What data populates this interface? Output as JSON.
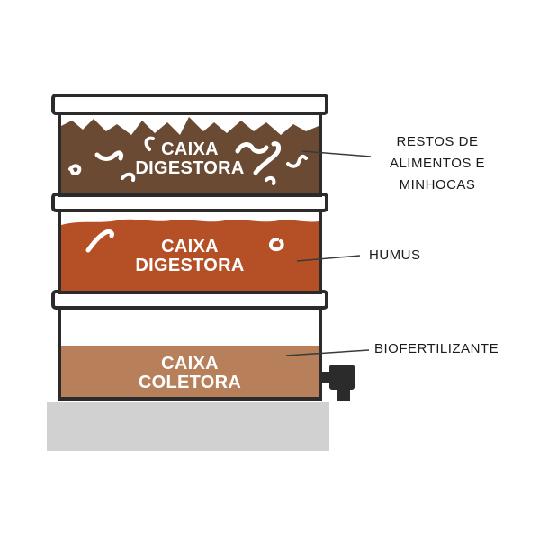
{
  "boxes": [
    {
      "label_line1": "CAIXA",
      "label_line2": "DIGESTORA",
      "fill": "#6b4a33",
      "callout": [
        "RESTOS DE",
        "ALIMENTOS E",
        "MINHOCAS"
      ]
    },
    {
      "label_line1": "CAIXA",
      "label_line2": "DIGESTORA",
      "fill": "#b54f26",
      "callout": [
        "HUMUS"
      ]
    },
    {
      "label_line1": "CAIXA",
      "label_line2": "COLETORA",
      "fill": "#b77f5a",
      "callout": [
        "BIOFERTILIZANTE"
      ]
    }
  ],
  "colors": {
    "outline": "#2b2b2b",
    "lid": "#ffffff",
    "base": "#d1d1d1",
    "worm": "#ffffff",
    "tap": "#2b2b2b",
    "leader": "#3a3a3a"
  }
}
